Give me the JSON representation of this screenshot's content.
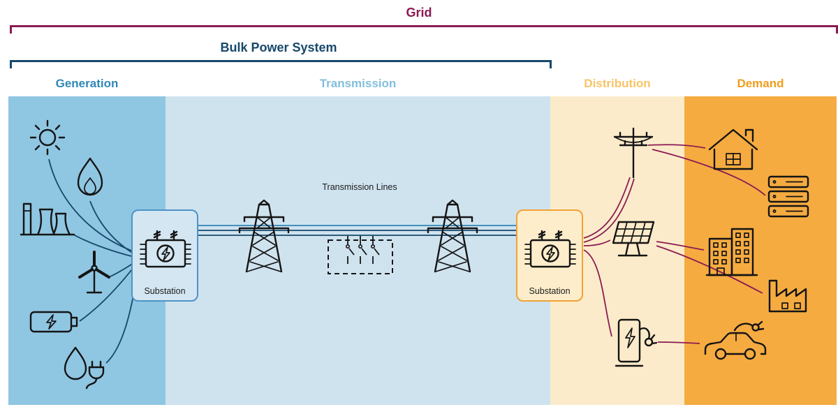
{
  "diagram": {
    "grid": {
      "label": "Grid"
    },
    "bulk_power_system": {
      "label": "Bulk Power System"
    }
  },
  "columns": [
    {
      "id": "generation",
      "label": "Generation"
    },
    {
      "id": "transmission",
      "label": "Transmission"
    },
    {
      "id": "distribution",
      "label": "Distribution"
    },
    {
      "id": "demand",
      "label": "Demand"
    }
  ],
  "labels": {
    "transmission_lines": "Transmission Lines",
    "substation_generation": "Substation",
    "substation_distribution": "Substation"
  },
  "icons": {
    "generation": [
      "sun-icon",
      "flame-icon",
      "power-plant-icon",
      "wind-turbine-icon",
      "battery-icon",
      "hydro-plug-icon",
      "transformer-icon"
    ],
    "transmission": [
      "transmission-tower-icon",
      "switchgear-dashed-box",
      "transmission-tower-icon"
    ],
    "distribution": [
      "utility-pole-icon",
      "solar-panel-icon",
      "ev-charger-icon",
      "transformer-icon"
    ],
    "demand": [
      "house-icon",
      "server-rack-icon",
      "buildings-icon",
      "factory-icon",
      "electric-car-icon"
    ]
  },
  "colors": {
    "grid_accent": "#8B1A54",
    "bulk_accent": "#17486B",
    "gen_bg": "#8FC6E2",
    "trans_bg": "#CFE3EF",
    "dist_bg": "#FCEBCA",
    "demand_bg": "#F5AB40",
    "gen_label": "#2F87B7",
    "trans_label": "#82BEDC",
    "dist_label": "#F8C466",
    "demand_label": "#F09D1E",
    "wire_blue": "#17486B",
    "wire_blue_light": "#2F87B7",
    "wire_magenta": "#8B1A54",
    "icon_ink": "#141414",
    "sub_gen_fill": "#D3E6F2",
    "sub_gen_stroke": "#4E93C6",
    "sub_dist_fill": "#FDEDCB",
    "sub_dist_stroke": "#F0A237"
  }
}
